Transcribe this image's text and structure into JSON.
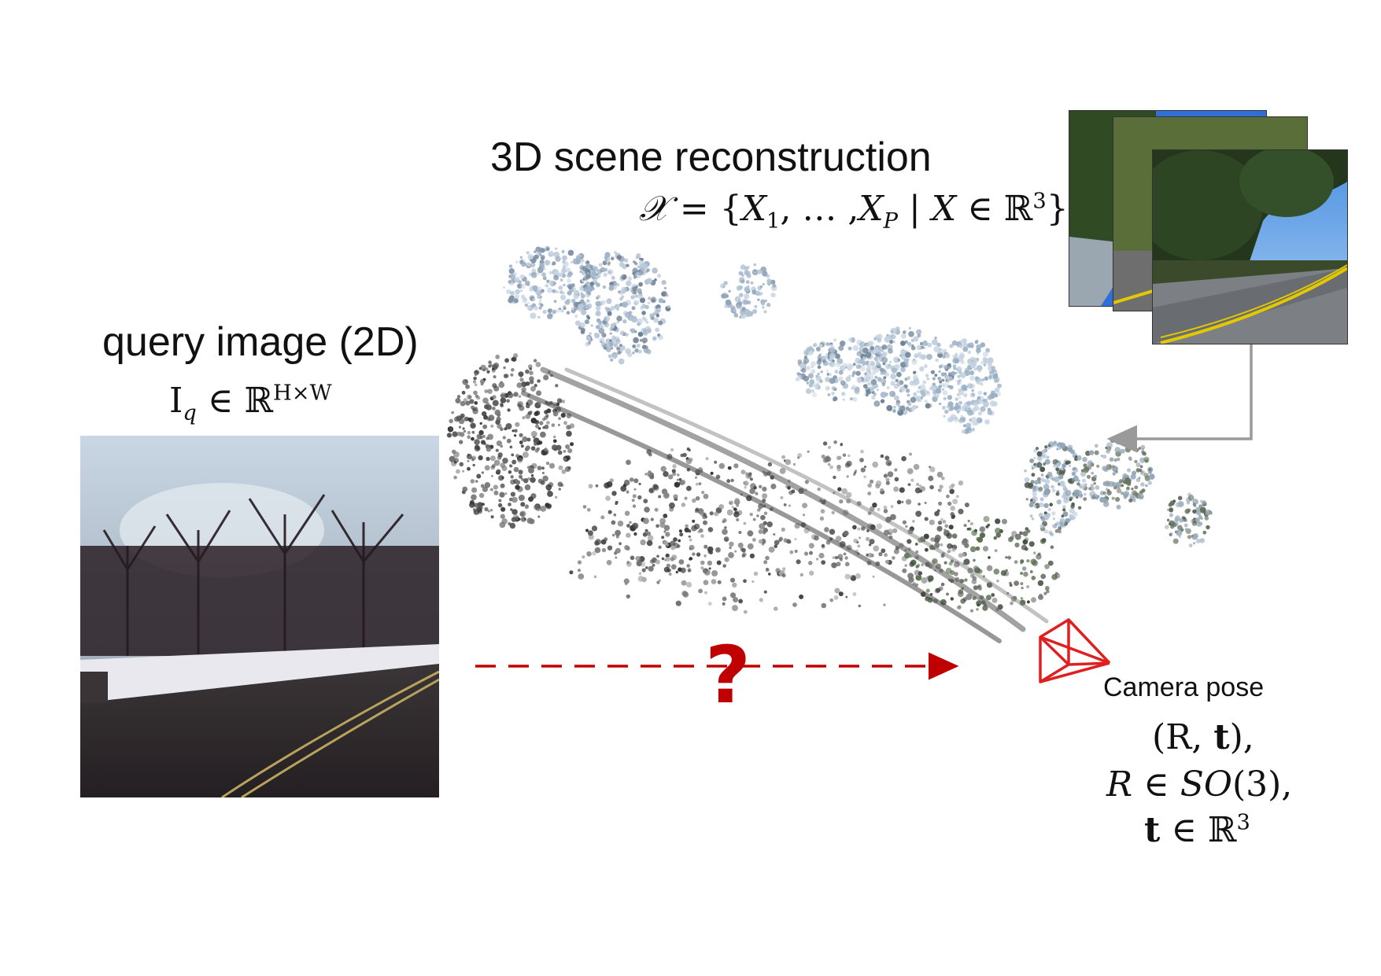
{
  "query": {
    "title": "query image (2D)",
    "symbol": "I",
    "subscript": "q",
    "in": "∈",
    "space": "ℝ",
    "superscript": "H×W"
  },
  "scene": {
    "title": "3D scene reconstruction",
    "set_symbol": "𝒳",
    "eq": "= {",
    "x1": "X",
    "x1_sub": "1",
    "dots": ", … ,",
    "xp": "X",
    "xp_sub": "P",
    "bar": "|",
    "x": "X",
    "in": "∈",
    "space": "ℝ",
    "exp": "3",
    "close": "}"
  },
  "pose": {
    "caption": "Camera pose",
    "line1_open": "(R,",
    "line1_t": "t",
    "line1_close": "),",
    "line2_R": "R",
    "line2_rest": "∈",
    "line2_SO": "SO",
    "line2_tail": "(3),",
    "line3_t": "t",
    "line3_in": "∈",
    "line3_space": "ℝ",
    "line3_exp": "3"
  },
  "question_mark": "?",
  "colors": {
    "arrow": "#c00000",
    "camera": "#e02020",
    "connector": "#9a9a9a"
  },
  "icons": {
    "camera": "camera-frustum-icon",
    "arrow": "dashed-arrow-icon"
  }
}
